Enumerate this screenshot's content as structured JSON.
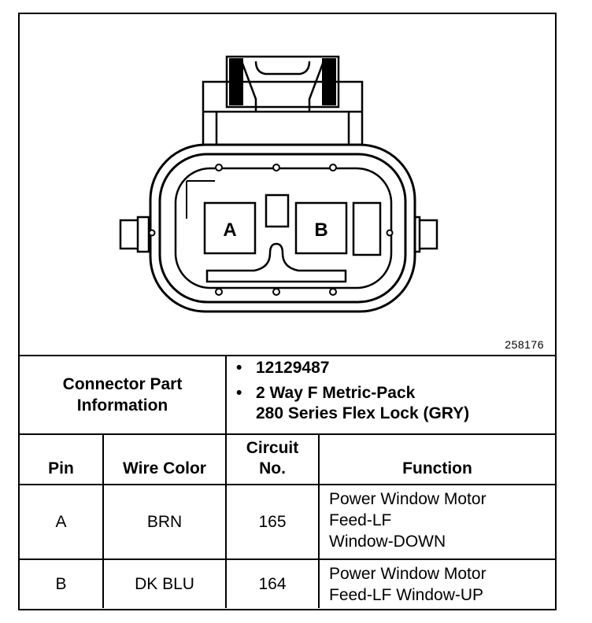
{
  "diagram": {
    "figure_id": "258176",
    "terminals": [
      {
        "label": "A"
      },
      {
        "label": "B"
      }
    ]
  },
  "connector_info": {
    "label_line1": "Connector Part",
    "label_line2": "Information",
    "part_number": "12129487",
    "description_line1": "2 Way F Metric-Pack",
    "description_line2": "280 Series Flex Lock (GRY)"
  },
  "table": {
    "headers": {
      "pin": "Pin",
      "wire_color": "Wire Color",
      "circuit_line1": "Circuit",
      "circuit_line2": "No.",
      "function": "Function"
    },
    "rows": [
      {
        "pin": "A",
        "wire_color": "BRN",
        "circuit": "165",
        "function_lines": [
          "Power Window Motor",
          "Feed-LF",
          "Window-DOWN"
        ]
      },
      {
        "pin": "B",
        "wire_color": "DK BLU",
        "circuit": "164",
        "function_lines": [
          "Power Window Motor",
          "Feed-LF Window-UP"
        ]
      }
    ]
  }
}
